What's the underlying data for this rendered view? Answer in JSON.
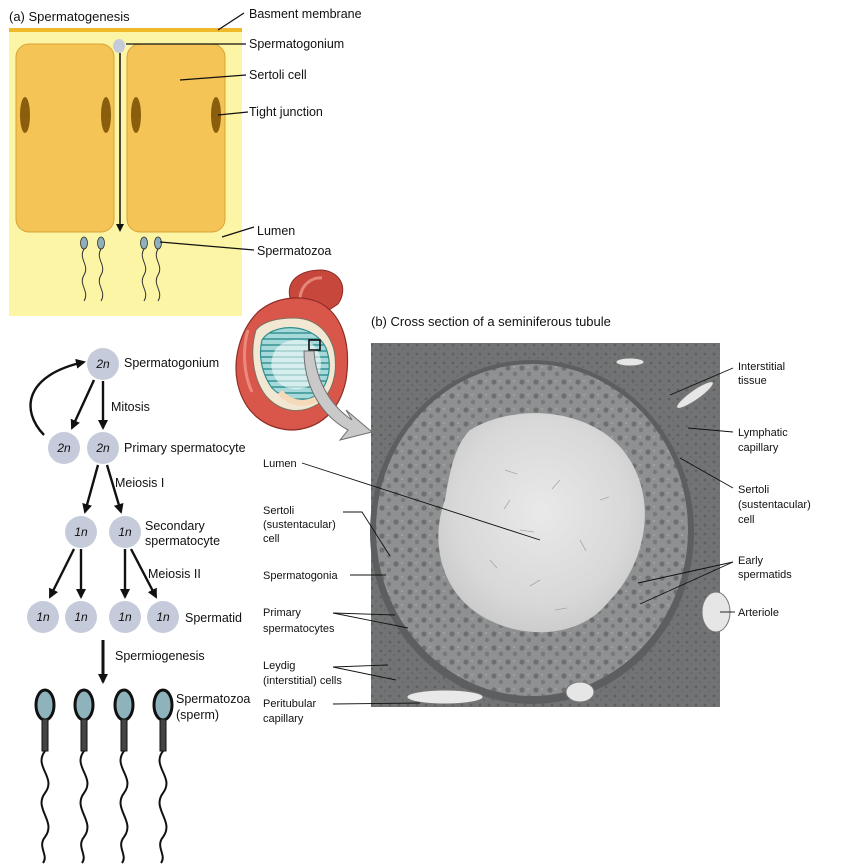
{
  "panel_a": {
    "title": "(a) Spermatogenesis",
    "labels": {
      "basement": "Basment membrane",
      "spermatogonium": "Spermatogonium",
      "sertoli": "Sertoli cell",
      "tight_junction": "Tight junction",
      "lumen": "Lumen",
      "spermatozoa": "Spermatozoa"
    },
    "colors": {
      "panel_bg": "#fdf5a6",
      "membrane": "#f0b92a",
      "cell": "#f5c457",
      "junction": "#8a5e0d",
      "sperm_head": "#8fb0bb"
    }
  },
  "flow": {
    "cells": {
      "spermatogonium": "2n",
      "renew": "2n",
      "primary": "2n",
      "secondary_left": "1n",
      "secondary_right": "1n",
      "spermatid_1": "1n",
      "spermatid_2": "1n",
      "spermatid_3": "1n",
      "spermatid_4": "1n"
    },
    "labels": {
      "spermatogonium": "Spermatogonium",
      "mitosis": "Mitosis",
      "primary": "Primary spermatocyte",
      "meiosis1": "Meiosis I",
      "secondary_l1": "Secondary",
      "secondary_l2": "spermatocyte",
      "meiosis2": "Meiosis II",
      "spermatid": "Spermatid",
      "spermiogenesis": "Spermiogenesis",
      "spermatozoa_l1": "Spermatozoa",
      "spermatozoa_l2": "(sperm)"
    },
    "colors": {
      "circle": "#c5cbdb",
      "sperm_head": "#8fb3bd"
    }
  },
  "panel_b": {
    "title": "(b) Cross section of a seminiferous tubule",
    "labels": {
      "interstitial_l1": "Interstitial",
      "interstitial_l2": "tissue",
      "lymphatic_l1": "Lymphatic",
      "lymphatic_l2": "capillary",
      "sertoli_r_l1": "Sertoli",
      "sertoli_r_l2": "(sustentacular)",
      "sertoli_r_l3": "cell",
      "early_l1": "Early",
      "early_l2": "spermatids",
      "arteriole": "Arteriole",
      "lumen": "Lumen",
      "sertoli_l_l1": "Sertoli",
      "sertoli_l_l2": "(sustentacular)",
      "sertoli_l_l3": "cell",
      "spermatogonia": "Spermatogonia",
      "primary_l1": "Primary",
      "primary_l2": "spermatocytes",
      "leydig_l1": "Leydig",
      "leydig_l2": "(interstitial) cells",
      "peritubular_l1": "Peritubular",
      "peritubular_l2": "capillary"
    },
    "colors": {
      "micro_dark": "#3f3f3f",
      "tissue": "#8f9192",
      "lumen": "#dedede",
      "testis": "#d9574a"
    }
  }
}
